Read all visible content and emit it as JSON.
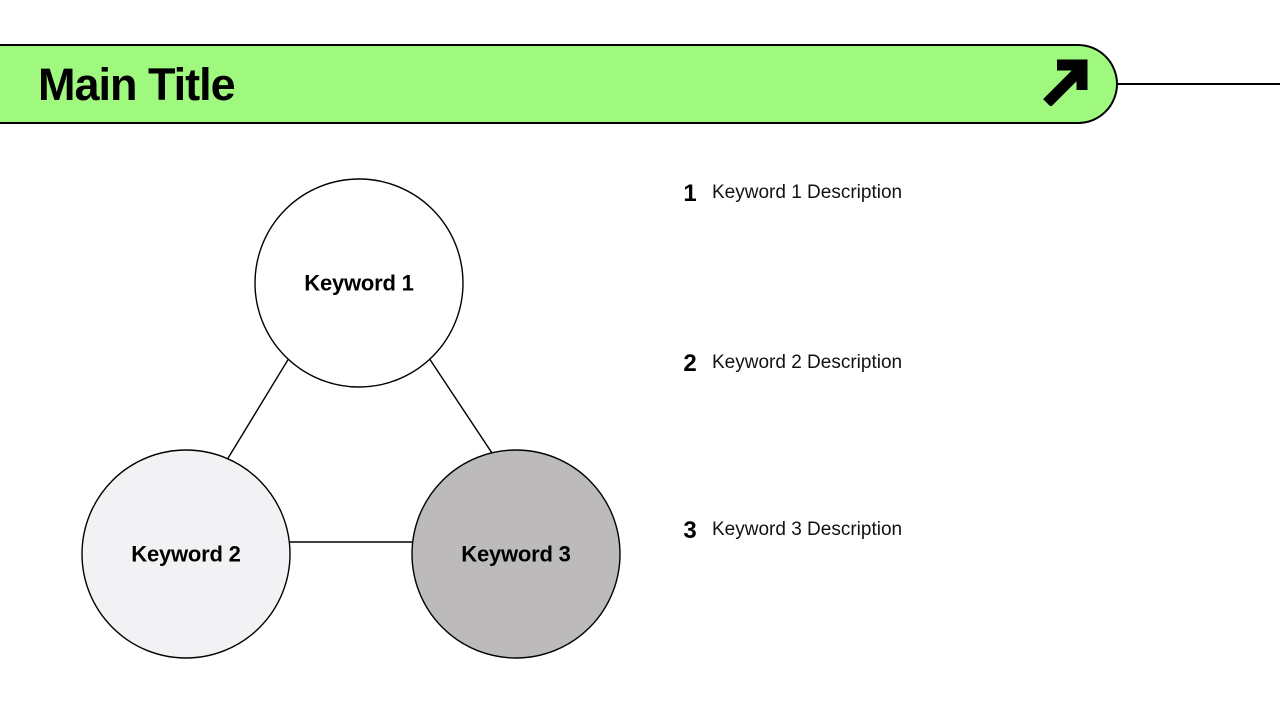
{
  "slide": {
    "background_color": "#FFFFFF"
  },
  "header": {
    "title": "Main Title",
    "bar_color": "#9EF97E",
    "border_color": "#000000",
    "arrow_icon": "arrow-up-right"
  },
  "diagram": {
    "type": "triangle-relationship",
    "nodes": [
      {
        "label": "Keyword 1",
        "fill": "#FFFFFF"
      },
      {
        "label": "Keyword 2",
        "fill": "#F2F1F3"
      },
      {
        "label": "Keyword 3",
        "fill": "#BCBABB"
      }
    ],
    "connections": [
      "Keyword 1 - Keyword 2",
      "Keyword 1 - Keyword 3",
      "Keyword 2 - Keyword 3"
    ],
    "line_color": "#000000"
  },
  "list": {
    "items": [
      {
        "number": "1",
        "description": "Keyword 1 Description"
      },
      {
        "number": "2",
        "description": "Keyword 2 Description"
      },
      {
        "number": "3",
        "description": "Keyword 3 Description"
      }
    ]
  }
}
